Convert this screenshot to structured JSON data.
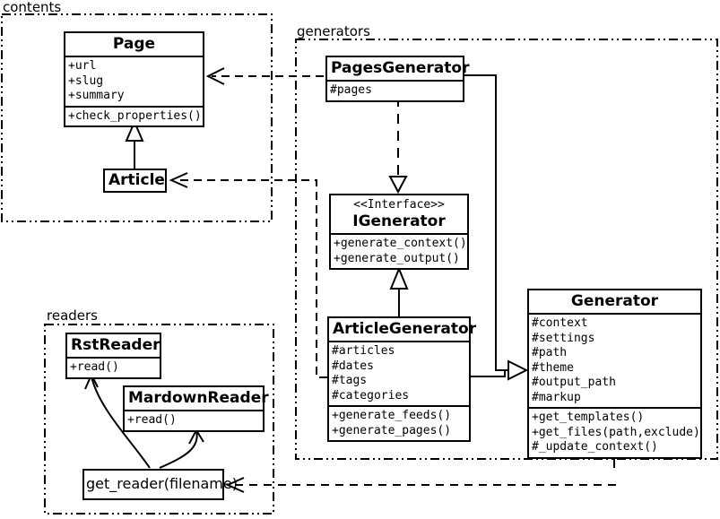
{
  "packages": {
    "contents": {
      "label": "contents"
    },
    "generators": {
      "label": "generators"
    },
    "readers": {
      "label": "readers"
    }
  },
  "classes": {
    "page": {
      "title": "Page",
      "attributes": [
        "+url",
        "+slug",
        "+summary"
      ],
      "methods": [
        "+check_properties()"
      ]
    },
    "article": {
      "title": "Article"
    },
    "pages_generator": {
      "title": "PagesGenerator",
      "attributes": [
        "#pages"
      ]
    },
    "igenerator": {
      "stereotype": "<<Interface>>",
      "title": "IGenerator",
      "methods": [
        "+generate_context()",
        "+generate_output()"
      ]
    },
    "article_generator": {
      "title": "ArticleGenerator",
      "attributes": [
        "#articles",
        "#dates",
        "#tags",
        "#categories"
      ],
      "methods": [
        "+generate_feeds()",
        "+generate_pages()"
      ]
    },
    "generator": {
      "title": "Generator",
      "attributes": [
        "#context",
        "#settings",
        "#path",
        "#theme",
        "#output_path",
        "#markup"
      ],
      "methods": [
        "+get_templates()",
        "+get_files(path,exclude)",
        "#_update_context()"
      ]
    },
    "rst_reader": {
      "title": "RstReader",
      "methods": [
        "+read()"
      ]
    },
    "mardown_reader": {
      "title": "MardownReader",
      "methods": [
        "+read()"
      ]
    },
    "get_reader": {
      "label": "get_reader(filename)"
    }
  },
  "relationships": [
    {
      "type": "generalization",
      "from": "Article",
      "to": "Page"
    },
    {
      "type": "realization-dashed",
      "from": "PagesGenerator",
      "to": "IGenerator"
    },
    {
      "type": "generalization",
      "from": "ArticleGenerator",
      "to": "IGenerator"
    },
    {
      "type": "generalization",
      "from": "PagesGenerator",
      "to": "Generator"
    },
    {
      "type": "generalization",
      "from": "ArticleGenerator",
      "to": "Generator"
    },
    {
      "type": "dependency",
      "from": "PagesGenerator",
      "to": "Page"
    },
    {
      "type": "dependency",
      "from": "ArticleGenerator",
      "to": "Article"
    },
    {
      "type": "dependency",
      "from": "Generator",
      "to": "get_reader(filename)"
    },
    {
      "type": "arrow",
      "from": "get_reader(filename)",
      "to": "RstReader"
    },
    {
      "type": "arrow",
      "from": "get_reader(filename)",
      "to": "MardownReader"
    }
  ],
  "colors": {
    "line": "#000000",
    "background": "#ffffff"
  }
}
